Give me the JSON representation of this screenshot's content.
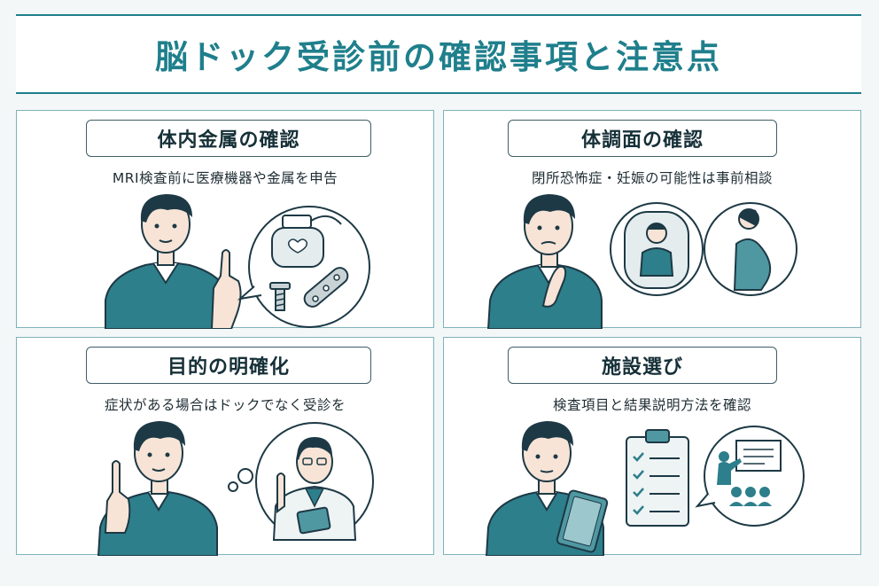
{
  "title": "脳ドック受診前の確認事項と注意点",
  "colors": {
    "accent": "#1f7f8c",
    "teal_shirt": "#2d7f8b",
    "hair": "#1d3945",
    "skin": "#f7e4d6",
    "panel_border": "#7fb3ba"
  },
  "panels": [
    {
      "title": "体内金属の確認",
      "description": "MRI検査前に医療機器や金属を申告",
      "icons": [
        "person-pointing-icon",
        "pacemaker-icon",
        "screw-icon",
        "metal-plate-icon"
      ]
    },
    {
      "title": "体調面の確認",
      "description": "閉所恐怖症・妊娠の可能性は事前相談",
      "icons": [
        "person-thinking-icon",
        "claustrophobia-icon",
        "pregnant-woman-icon"
      ]
    },
    {
      "title": "目的の明確化",
      "description": "症状がある場合はドックでなく受診を",
      "icons": [
        "person-pointing-icon",
        "doctor-icon"
      ]
    },
    {
      "title": "施設選び",
      "description": "検査項目と結果説明方法を確認",
      "icons": [
        "person-tablet-icon",
        "checklist-icon",
        "presentation-icon"
      ]
    }
  ]
}
